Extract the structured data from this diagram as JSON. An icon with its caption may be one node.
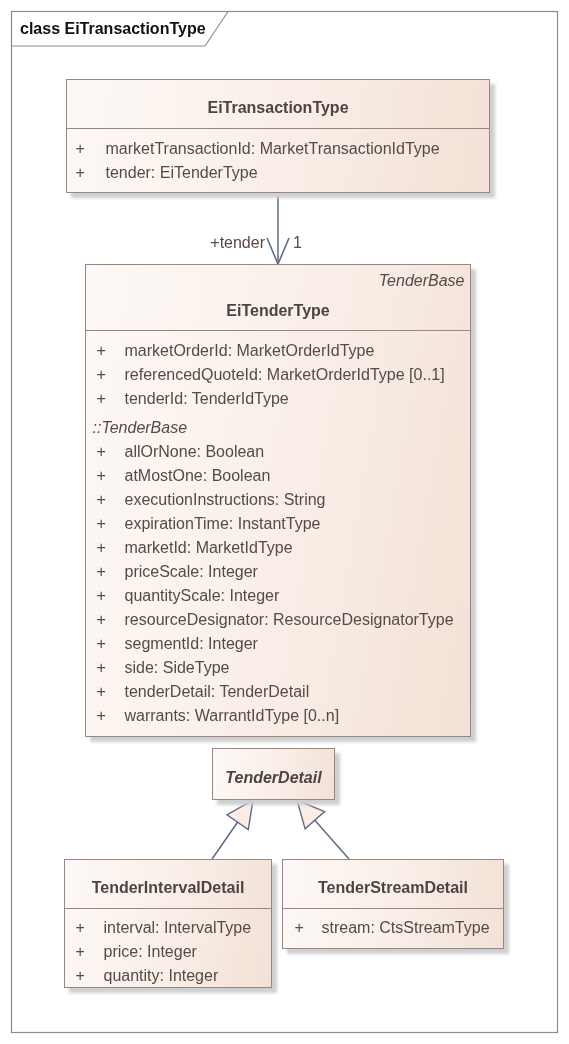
{
  "diagram": {
    "title": "class EiTransactionType",
    "nodes": [
      {
        "text": [
          "EiTransactionType",
          "+",
          "marketTransactionId: MarketTransactionIdType",
          "+",
          "tender: EiTenderType"
        ]
      },
      {
        "text": [
          "TenderBase",
          "EiTenderType",
          "+",
          "marketOrderId: MarketOrderIdType",
          "+",
          "referencedQuoteId: MarketOrderIdType [0..1]",
          "+",
          "tenderId: TenderIdType",
          "::TenderBase",
          "+",
          "allOrNone: Boolean",
          "+",
          "atMostOne: Boolean",
          "+",
          "executionInstructions: String",
          "+",
          "expirationTime: InstantType",
          "+",
          "marketId: MarketIdType",
          "+",
          "priceScale: Integer",
          "+",
          "quantityScale: Integer",
          "+",
          "resourceDesignator: ResourceDesignatorType",
          "+",
          "segmentId: Integer",
          "+",
          "side: SideType",
          "+",
          "tenderDetail: TenderDetail",
          "+",
          "warrants: WarrantIdType [0..n]"
        ]
      },
      {
        "text": [
          "TenderDetail"
        ]
      },
      {
        "text": [
          "TenderIntervalDetail",
          "+",
          "interval: IntervalType",
          "+",
          "price: Integer",
          "+",
          "quantity: Integer"
        ]
      },
      {
        "text": [
          "TenderStreamDetail",
          "+",
          "stream: CtsStreamType"
        ]
      }
    ],
    "edges": [
      {
        "from": 0,
        "to": 1,
        "arrow": "to"
      },
      {
        "from": 3,
        "to": 2,
        "arrow": "to"
      },
      {
        "from": 4,
        "to": 2,
        "arrow": "to"
      }
    ],
    "labels": [
      "+tender",
      "1"
    ]
  }
}
